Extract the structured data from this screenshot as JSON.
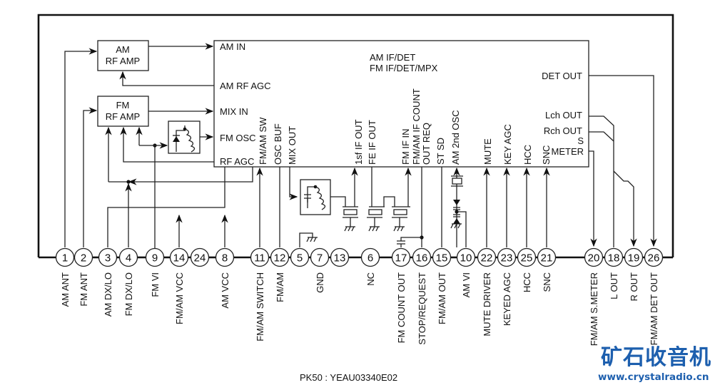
{
  "ic_block": {
    "title_line1": "AM IF/DET",
    "title_line2": "FM IF/DET/MPX",
    "left_ports": [
      "AM IN",
      "AM RF AGC",
      "MIX IN",
      "FM OSC",
      "RF AGC"
    ],
    "right_ports": [
      "DET OUT",
      "Lch OUT",
      "Rch OUT",
      "S",
      "METER"
    ],
    "bottom_ports": [
      "FM/AM SW",
      "OSC BUF",
      "MIX OUT",
      "1sf IF OUT",
      "FE IF OUT",
      "FM IF IN",
      "FM/AM IF COUNT",
      "OUT REQ",
      "ST SD",
      "AM 2nd OSC",
      "MUTE",
      "KEY AGC",
      "HCC",
      "SNC"
    ]
  },
  "blocks": {
    "am_rf_amp": [
      "AM",
      "RF AMP"
    ],
    "fm_rf_amp": [
      "FM",
      "RF AMP"
    ]
  },
  "pins": [
    {
      "num": "1",
      "label": "AM ANT"
    },
    {
      "num": "2",
      "label": "FM ANT"
    },
    {
      "num": "3",
      "label": "AM DX/LO"
    },
    {
      "num": "4",
      "label": "FM DX/LO"
    },
    {
      "num": "9",
      "label": "FM VI"
    },
    {
      "num": "14",
      "label": "FM/AM VCC"
    },
    {
      "num": "24",
      "label": ""
    },
    {
      "num": "8",
      "label": "AM VCC"
    },
    {
      "num": "11",
      "label": "FM/AM SWITCH"
    },
    {
      "num": "12",
      "label": "FM/AM"
    },
    {
      "num": "5",
      "label": ""
    },
    {
      "num": "7",
      "label": "GND"
    },
    {
      "num": "13",
      "label": ""
    },
    {
      "num": "6",
      "label": "NC"
    },
    {
      "num": "17",
      "label": "FM COUNT OUT"
    },
    {
      "num": "16",
      "label": "STOP/REQUEST"
    },
    {
      "num": "15",
      "label": "FM/AM OUT"
    },
    {
      "num": "10",
      "label": "AM VI"
    },
    {
      "num": "22",
      "label": "MUTE DRIVER"
    },
    {
      "num": "23",
      "label": "KEYED AGC"
    },
    {
      "num": "25",
      "label": "HCC"
    },
    {
      "num": "21",
      "label": "SNC"
    },
    {
      "num": "20",
      "label": "FM/AM S.METER"
    },
    {
      "num": "18",
      "label": "L OUT"
    },
    {
      "num": "19",
      "label": "R OUT"
    },
    {
      "num": "26",
      "label": "FM/AM DET OUT"
    }
  ],
  "caption": "PK50 : YEAU03340E02",
  "watermark": {
    "title": "矿石收音机",
    "url": "www.crystalradio.cn",
    "color": "#1d5fae"
  }
}
